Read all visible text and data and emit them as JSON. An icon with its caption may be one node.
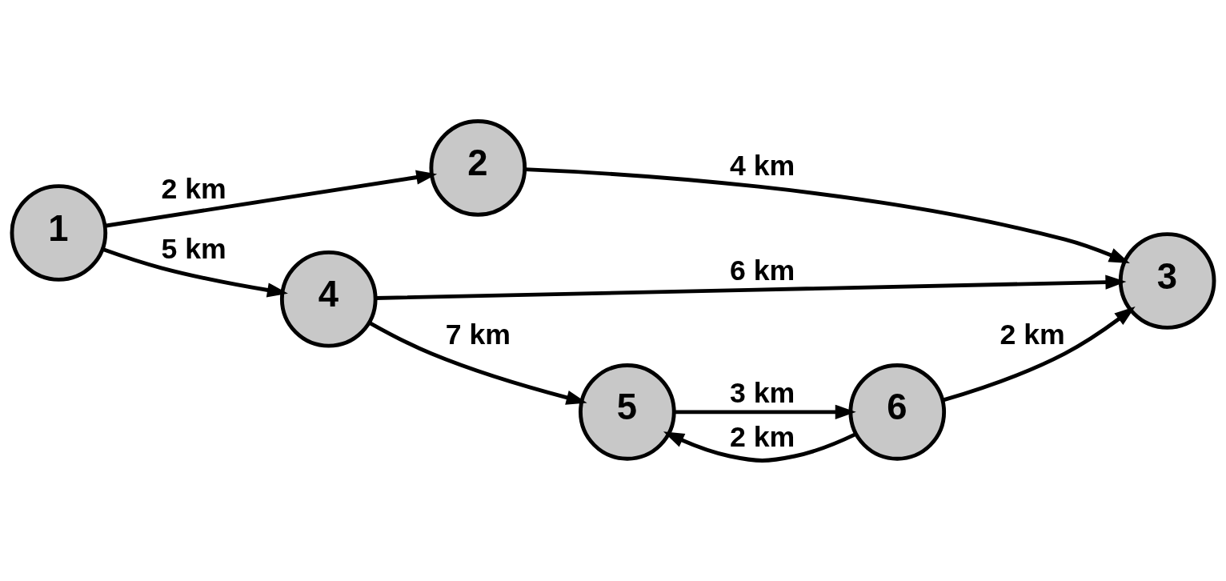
{
  "diagram": {
    "nodes": [
      {
        "text": [
          "1"
        ]
      },
      {
        "text": [
          "2"
        ]
      },
      {
        "text": [
          "3"
        ]
      },
      {
        "text": [
          "4"
        ]
      },
      {
        "text": [
          "5"
        ]
      },
      {
        "text": [
          "6"
        ]
      }
    ],
    "edges": [
      {
        "from": 0,
        "to": 1,
        "arrow": "to",
        "label": "2 km"
      },
      {
        "from": 0,
        "to": 3,
        "arrow": "to",
        "label": "5 km"
      },
      {
        "from": 1,
        "to": 2,
        "arrow": "to",
        "label": "4 km"
      },
      {
        "from": 3,
        "to": 2,
        "arrow": "to",
        "label": "6 km"
      },
      {
        "from": 3,
        "to": 4,
        "arrow": "to",
        "label": "7 km"
      },
      {
        "from": 5,
        "to": 2,
        "arrow": "to",
        "label": "2 km"
      },
      {
        "from": 4,
        "to": 5,
        "arrow": "to",
        "label": "3 km"
      },
      {
        "from": 5,
        "to": 4,
        "arrow": "to",
        "label": "2 km"
      }
    ]
  }
}
